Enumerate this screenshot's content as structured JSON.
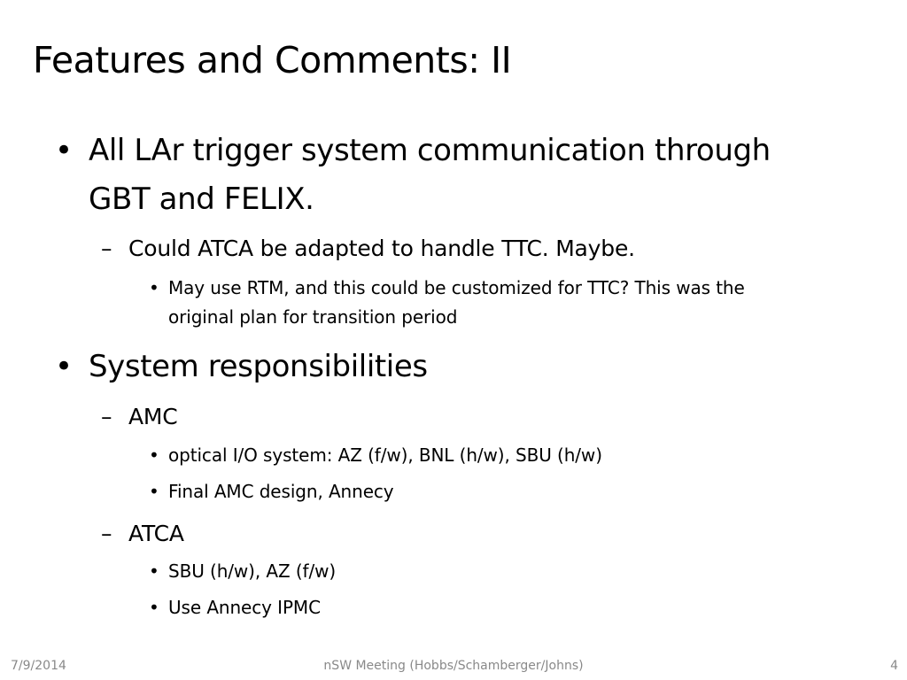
{
  "slide": {
    "title": "Features and Comments: II",
    "bullets": [
      {
        "marker": "•",
        "lines": [
          "All LAr trigger system communication through",
          "GBT and FELIX."
        ],
        "sub": [
          {
            "marker": "–",
            "text": "Could ATCA be adapted to handle TTC.  Maybe.",
            "sub": [
              {
                "marker": "•",
                "lines": [
                  "May use RTM, and this could be customized for TTC? This was the",
                  "original plan for transition period"
                ]
              }
            ]
          }
        ]
      },
      {
        "marker": "•",
        "lines": [
          "System responsibilities"
        ],
        "sub": [
          {
            "marker": "–",
            "text": "AMC",
            "sub": [
              {
                "marker": "•",
                "lines": [
                  "optical I/O system:  AZ (f/w), BNL (h/w), SBU (h/w)"
                ]
              },
              {
                "marker": "•",
                "lines": [
                  "Final AMC design, Annecy"
                ]
              }
            ]
          },
          {
            "marker": "–",
            "text": "ATCA",
            "sub": [
              {
                "marker": "•",
                "lines": [
                  "SBU (h/w), AZ (f/w)"
                ]
              },
              {
                "marker": "•",
                "lines": [
                  "Use Annecy IPMC"
                ]
              }
            ]
          }
        ]
      }
    ]
  },
  "footer": {
    "date": "7/9/2014",
    "center": "nSW Meeting  (Hobbs/Schamberger/Johns)",
    "page_number": "4"
  },
  "colors": {
    "text": "#000000",
    "footer_text": "#898989",
    "background": "#ffffff"
  }
}
